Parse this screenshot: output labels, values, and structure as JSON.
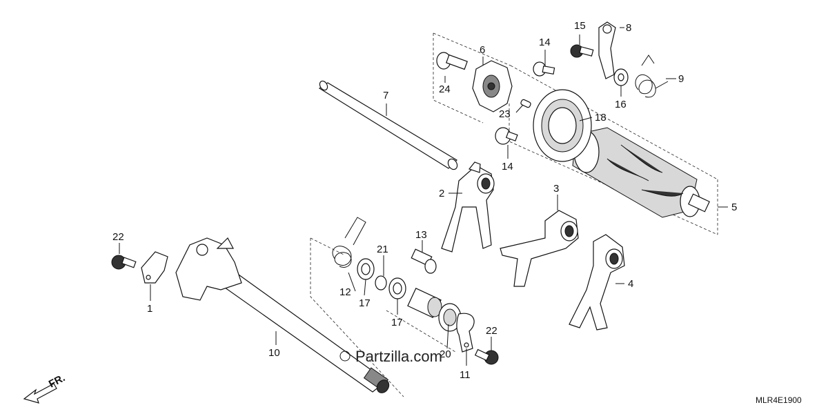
{
  "watermark": "Partzilla.com",
  "diagram_code": "MLR4E1900",
  "front_label": "FR.",
  "callouts": {
    "c1": "1",
    "c2": "2",
    "c3": "3",
    "c4": "4",
    "c5": "5",
    "c6": "6",
    "c7": "7",
    "c8": "8",
    "c9": "9",
    "c10": "10",
    "c11": "11",
    "c12": "12",
    "c13": "13",
    "c14a": "14",
    "c14b": "14",
    "c15": "15",
    "c16": "16",
    "c17a": "17",
    "c17b": "17",
    "c18": "18",
    "c20": "20",
    "c21": "21",
    "c22a": "22",
    "c22b": "22",
    "c23": "23",
    "c24": "24"
  }
}
